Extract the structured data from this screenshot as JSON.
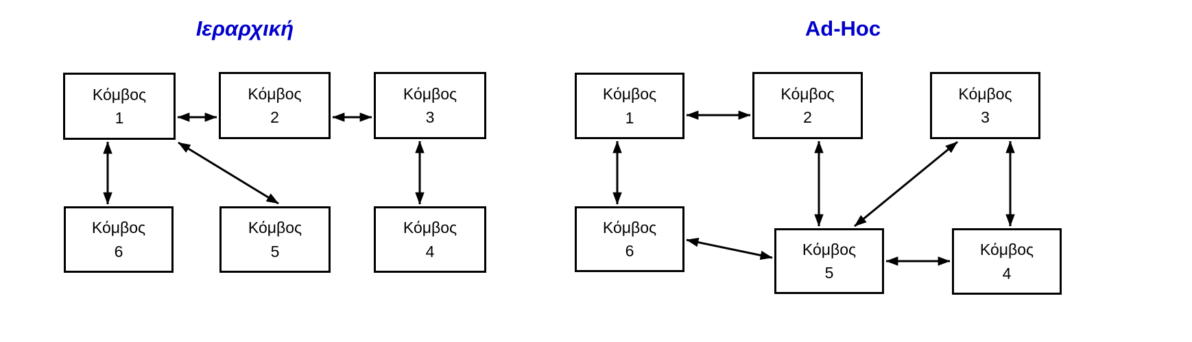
{
  "figure": {
    "background": "#ffffff",
    "title_color": "#0000cc",
    "node_border_color": "#000000",
    "node_fill_color": "#ffffff",
    "arrow_color": "#000000",
    "arrow_style": "double-headed"
  },
  "diagrams": [
    {
      "title": "Ιεραρχική",
      "title_style": "bold italic",
      "nodes": [
        {
          "id": "1",
          "name": "Κόμβος",
          "number": "1"
        },
        {
          "id": "2",
          "name": "Κόμβος",
          "number": "2"
        },
        {
          "id": "3",
          "name": "Κόμβος",
          "number": "3"
        },
        {
          "id": "4",
          "name": "Κόμβος",
          "number": "4"
        },
        {
          "id": "5",
          "name": "Κόμβος",
          "number": "5"
        },
        {
          "id": "6",
          "name": "Κόμβος",
          "number": "6"
        }
      ],
      "connections": [
        "1 ↔ 2",
        "2 ↔ 3",
        "1 ↔ 6",
        "1 ↔ 5",
        "3 ↔ 4"
      ]
    },
    {
      "title": "Ad-Hoc",
      "title_style": "bold",
      "nodes": [
        {
          "id": "1",
          "name": "Κόμβος",
          "number": "1"
        },
        {
          "id": "2",
          "name": "Κόμβος",
          "number": "2"
        },
        {
          "id": "3",
          "name": "Κόμβος",
          "number": "3"
        },
        {
          "id": "4",
          "name": "Κόμβος",
          "number": "4"
        },
        {
          "id": "5",
          "name": "Κόμβος",
          "number": "5"
        },
        {
          "id": "6",
          "name": "Κόμβος",
          "number": "6"
        }
      ],
      "connections": [
        "1 ↔ 2",
        "1 ↔ 6",
        "2 ↔ 5",
        "3 ↔ 5",
        "3 ↔ 4",
        "6 ↔ 5",
        "5 ↔ 4"
      ]
    }
  ]
}
